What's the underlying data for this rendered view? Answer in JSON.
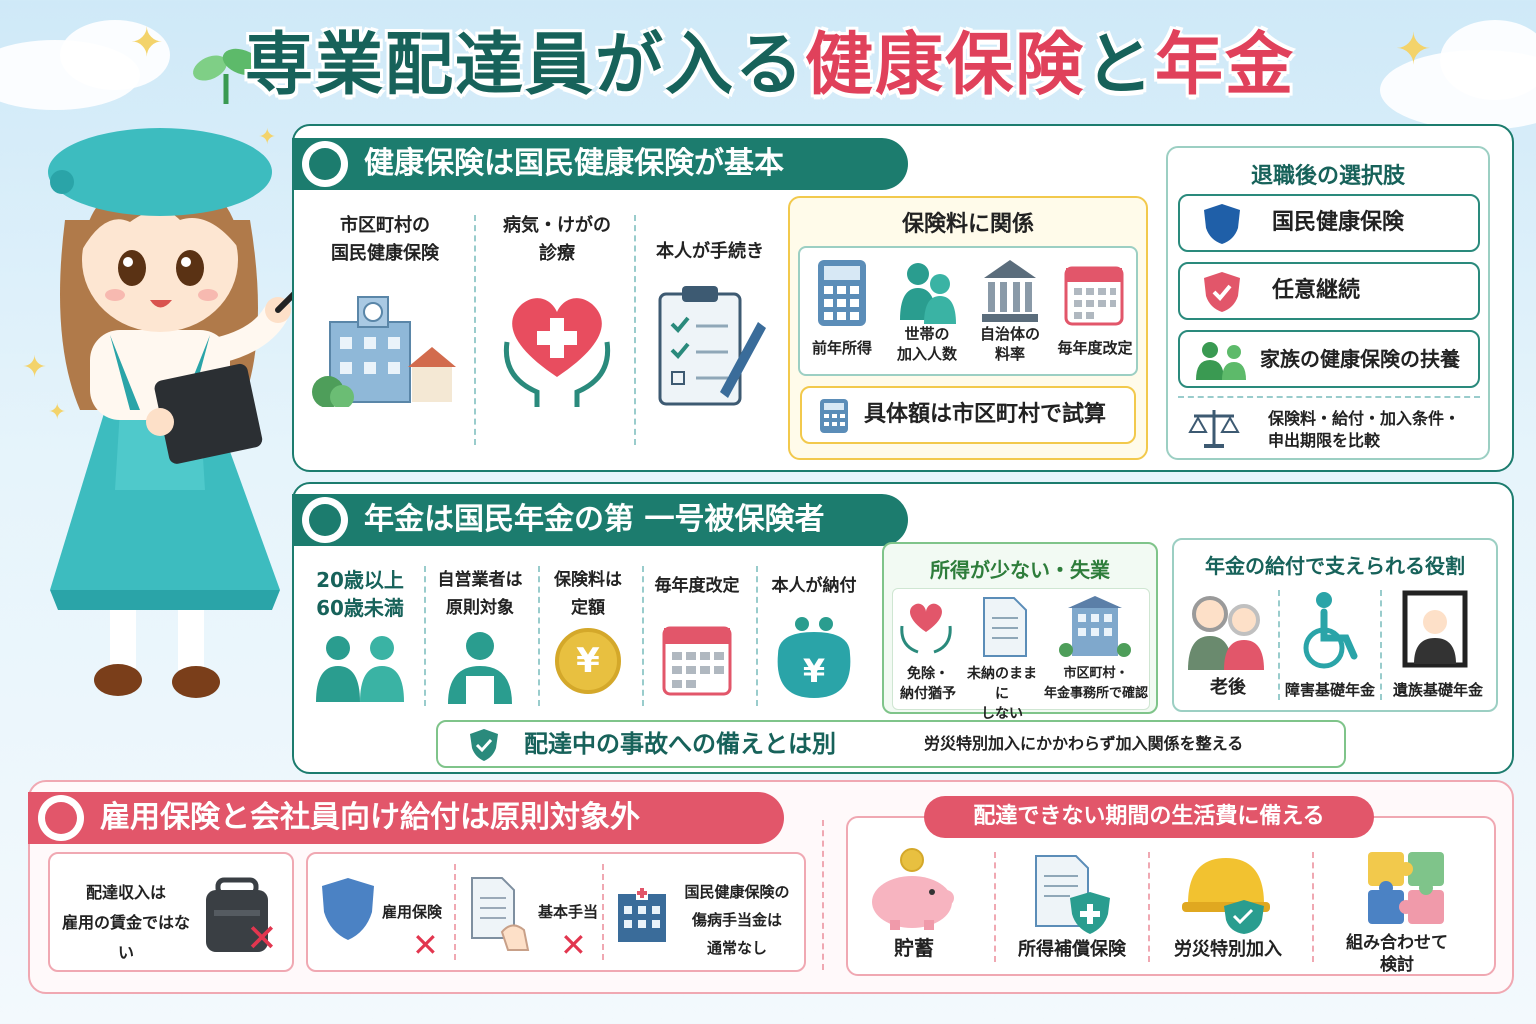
{
  "title": {
    "part1": "専業配達員が入る",
    "part2": "健康保険",
    "part3": "と",
    "part4": "年金"
  },
  "health": {
    "header": "健康保険は国民健康保険が基本",
    "col1": {
      "line1": "市区町村の",
      "line2": "国民健康保険"
    },
    "col2": {
      "line1": "病気・けがの",
      "line2": "診療"
    },
    "col3": {
      "line1": "本人が手続き"
    },
    "premium": {
      "title": "保険料に関係",
      "items": [
        {
          "line1": "前年所得",
          "line2": ""
        },
        {
          "line1": "世帯の",
          "line2": "加入人数"
        },
        {
          "line1": "自治体の",
          "line2": "料率"
        },
        {
          "line1": "毎年度改定",
          "line2": ""
        }
      ],
      "note": "具体額は市区町村で試算"
    }
  },
  "retire": {
    "title": "退職後の選択肢",
    "options": [
      "国民健康保険",
      "任意継続",
      "家族の健康保険の扶養"
    ],
    "compare": {
      "line1": "保険料・給付・加入条件・",
      "line2": "申出期限を比較"
    }
  },
  "pension": {
    "header": "年金は国民年金の第 一号被保険者",
    "cols": [
      {
        "line1": "20歳以上",
        "line2": "60歳未満"
      },
      {
        "line1": "自営業者は",
        "line2": "原則対象"
      },
      {
        "line1": "保険料は",
        "line2": "定額"
      },
      {
        "line1": "毎年度改定",
        "line2": ""
      },
      {
        "line1": "本人が納付",
        "line2": ""
      }
    ],
    "yen": "¥",
    "lowincome": {
      "title": "所得が少ない・失業",
      "items": [
        {
          "line1": "免除・",
          "line2": "納付猶予"
        },
        {
          "line1": "未納のままに",
          "line2": "しない"
        },
        {
          "line1": "市区町村・",
          "line2": "年金事務所で確認"
        }
      ]
    },
    "roles": {
      "title": "年金の給付で支えられる役割",
      "items": [
        "老後",
        "障害基礎年金",
        "遺族基礎年金"
      ]
    },
    "accident": {
      "main": "配達中の事故への備えとは別",
      "sub": "労災特別加入にかかわらず加入関係を整える"
    }
  },
  "employment": {
    "header": "雇用保険と会社員向け給付は原則対象外",
    "box1": {
      "line1": "配達収入は",
      "line2": "雇用の賃金ではない"
    },
    "items": [
      {
        "line1": "雇用保険",
        "line2": ""
      },
      {
        "line1": "基本手当",
        "line2": ""
      },
      {
        "line1": "国民健康保険の",
        "line2": "傷病手当金は",
        "line3": "通常なし"
      }
    ],
    "cross": "✕"
  },
  "living": {
    "header": "配達できない期間の生活費に備える",
    "items": [
      {
        "line1": "貯蓄",
        "line2": ""
      },
      {
        "line1": "所得補償保険",
        "line2": ""
      },
      {
        "line1": "労災特別加入",
        "line2": ""
      },
      {
        "line1": "組み合わせて",
        "line2": "検討"
      }
    ]
  },
  "colors": {
    "teal": "#1c7c6e",
    "red": "#e2566a",
    "yellow": "#f2c94c",
    "green": "#3a9a52"
  }
}
